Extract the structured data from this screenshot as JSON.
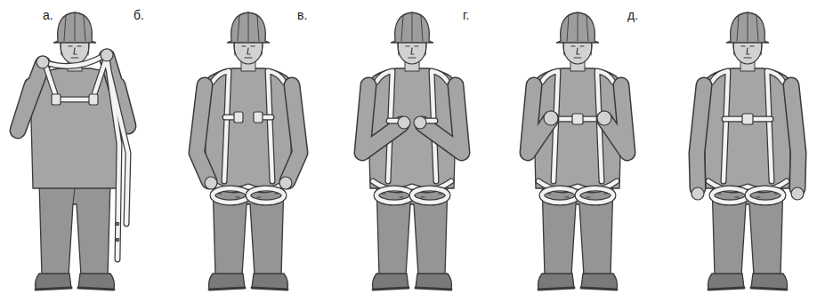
{
  "diagram": {
    "labels": [
      "а.",
      "б.",
      "в.",
      "г.",
      "д."
    ]
  }
}
